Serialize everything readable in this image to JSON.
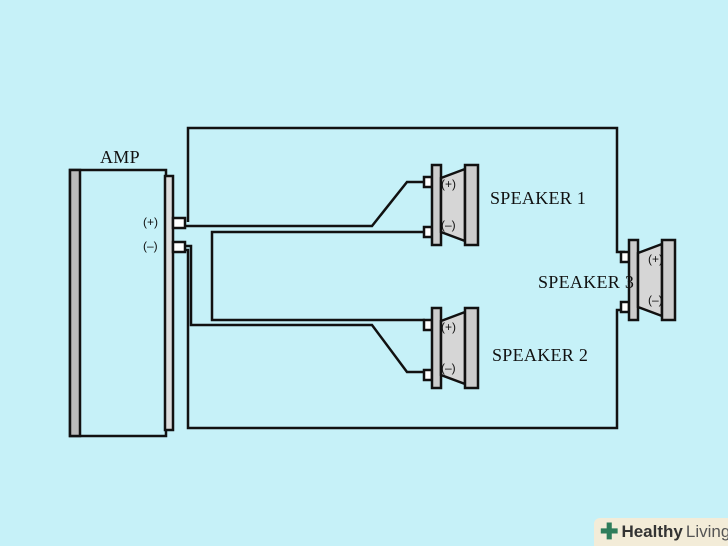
{
  "amp": {
    "label": "AMP",
    "plus": "(+)",
    "minus": "(–)"
  },
  "speakers": [
    {
      "label": "SPEAKER 1",
      "plus": "(+)",
      "minus": "(–)"
    },
    {
      "label": "SPEAKER 2",
      "plus": "(+)",
      "minus": "(–)"
    },
    {
      "label": "SPEAKER 3",
      "plus": "(+)",
      "minus": "(–)"
    }
  ],
  "logo": {
    "brand": "Healthy",
    "suffix": "Living",
    "color": "#2e7d5b"
  }
}
